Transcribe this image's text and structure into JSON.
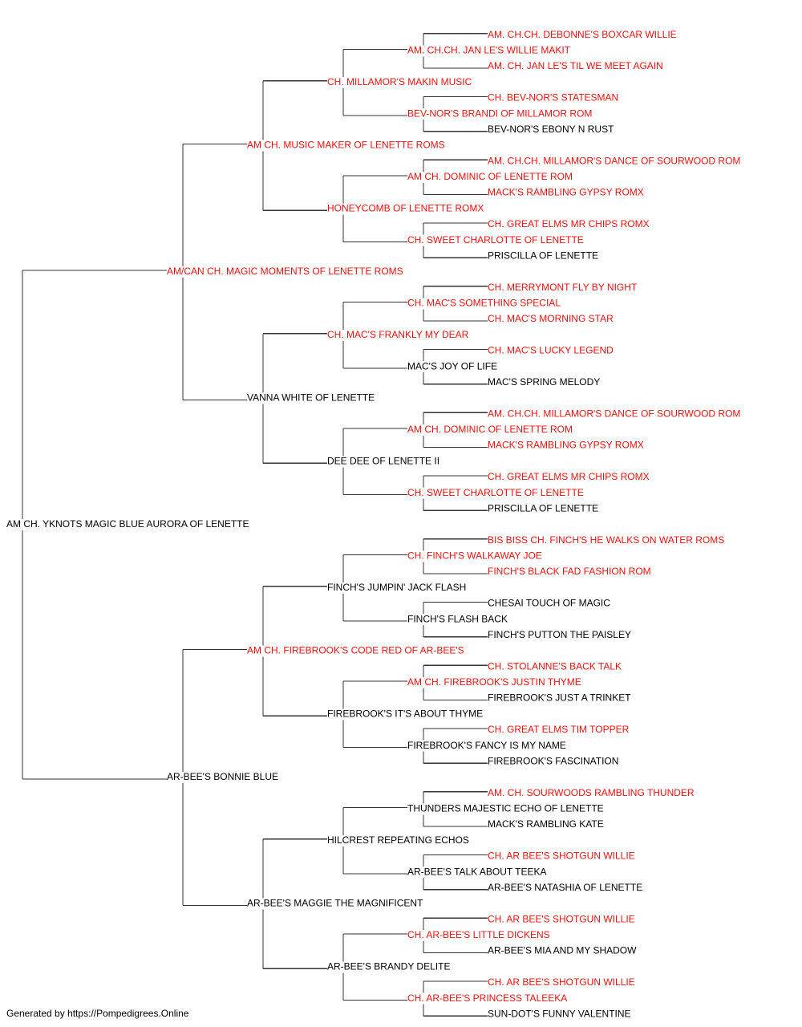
{
  "colors": {
    "champion": "#ee1111",
    "normal": "#000000",
    "line": "#333333"
  },
  "pedigree": {
    "name": "AM CH. YKNOTS MAGIC BLUE AURORA OF LENETTE",
    "ch": false,
    "sire": {
      "name": "AM/CAN CH. MAGIC MOMENTS OF LENETTE ROMS",
      "ch": true,
      "sire": {
        "name": "AM CH. MUSIC MAKER OF LENETTE ROMS",
        "ch": true,
        "sire": {
          "name": "CH. MILLAMOR'S MAKIN MUSIC",
          "ch": true,
          "sire": {
            "name": "AM. CH.CH. JAN LE'S WILLIE MAKIT",
            "ch": true,
            "sire": {
              "name": "AM. CH.CH. DEBONNE'S BOXCAR WILLIE",
              "ch": true
            },
            "dam": {
              "name": "AM. CH. JAN LE'S TIL WE MEET AGAIN",
              "ch": true
            }
          },
          "dam": {
            "name": "BEV-NOR'S BRANDI OF MILLAMOR ROM",
            "ch": true,
            "sire": {
              "name": "CH. BEV-NOR'S STATESMAN",
              "ch": true
            },
            "dam": {
              "name": "BEV-NOR'S EBONY N RUST",
              "ch": false
            }
          }
        },
        "dam": {
          "name": "HONEYCOMB OF LENETTE ROMX",
          "ch": true,
          "sire": {
            "name": "AM CH. DOMINIC OF LENETTE ROM",
            "ch": true,
            "sire": {
              "name": "AM. CH.CH. MILLAMOR'S DANCE OF SOURWOOD ROM",
              "ch": true
            },
            "dam": {
              "name": "MACK'S RAMBLING GYPSY ROMX",
              "ch": true
            }
          },
          "dam": {
            "name": "CH. SWEET CHARLOTTE OF LENETTE",
            "ch": true,
            "sire": {
              "name": "CH. GREAT ELMS MR CHIPS ROMX",
              "ch": true
            },
            "dam": {
              "name": "PRISCILLA OF LENETTE",
              "ch": false
            }
          }
        }
      },
      "dam": {
        "name": "VANNA WHITE OF LENETTE",
        "ch": false,
        "sire": {
          "name": "CH. MAC'S FRANKLY MY DEAR",
          "ch": true,
          "sire": {
            "name": "CH. MAC'S SOMETHING SPECIAL",
            "ch": true,
            "sire": {
              "name": "CH. MERRYMONT FLY BY NIGHT",
              "ch": true
            },
            "dam": {
              "name": "CH. MAC'S MORNING STAR",
              "ch": true
            }
          },
          "dam": {
            "name": "MAC'S JOY OF LIFE",
            "ch": false,
            "sire": {
              "name": "CH. MAC'S LUCKY LEGEND",
              "ch": true
            },
            "dam": {
              "name": "MAC'S SPRING MELODY",
              "ch": false
            }
          }
        },
        "dam": {
          "name": "DEE DEE OF LENETTE II",
          "ch": false,
          "sire": {
            "name": "AM CH. DOMINIC OF LENETTE ROM",
            "ch": true,
            "sire": {
              "name": "AM. CH.CH. MILLAMOR'S DANCE OF SOURWOOD ROM",
              "ch": true
            },
            "dam": {
              "name": "MACK'S RAMBLING GYPSY ROMX",
              "ch": true
            }
          },
          "dam": {
            "name": "CH. SWEET CHARLOTTE OF LENETTE",
            "ch": true,
            "sire": {
              "name": "CH. GREAT ELMS MR CHIPS ROMX",
              "ch": true
            },
            "dam": {
              "name": "PRISCILLA OF LENETTE",
              "ch": false
            }
          }
        }
      }
    },
    "dam": {
      "name": "AR-BEE'S BONNIE BLUE",
      "ch": false,
      "sire": {
        "name": "AM CH. FIREBROOK'S CODE RED OF AR-BEE'S",
        "ch": true,
        "sire": {
          "name": "FINCH'S JUMPIN' JACK FLASH",
          "ch": false,
          "sire": {
            "name": "CH. FINCH'S WALKAWAY JOE",
            "ch": true,
            "sire": {
              "name": "BIS BISS CH. FINCH'S HE WALKS ON WATER ROMS",
              "ch": true
            },
            "dam": {
              "name": "FINCH'S BLACK FAD FASHION ROM",
              "ch": true
            }
          },
          "dam": {
            "name": "FINCH'S FLASH BACK",
            "ch": false,
            "sire": {
              "name": "CHESAI TOUCH OF MAGIC",
              "ch": false
            },
            "dam": {
              "name": "FINCH'S PUTTON THE PAISLEY",
              "ch": false
            }
          }
        },
        "dam": {
          "name": "FIREBROOK'S IT'S ABOUT THYME",
          "ch": false,
          "sire": {
            "name": "AM CH. FIREBROOK'S JUSTIN THYME",
            "ch": true,
            "sire": {
              "name": "CH. STOLANNE'S BACK TALK",
              "ch": true
            },
            "dam": {
              "name": "FIREBROOK'S JUST A TRINKET",
              "ch": false
            }
          },
          "dam": {
            "name": "FIREBROOK'S FANCY IS MY NAME",
            "ch": false,
            "sire": {
              "name": "CH. GREAT ELMS TIM TOPPER",
              "ch": true
            },
            "dam": {
              "name": "FIREBROOK'S FASCINATION",
              "ch": false
            }
          }
        }
      },
      "dam": {
        "name": "AR-BEE'S MAGGIE THE MAGNIFICENT",
        "ch": false,
        "sire": {
          "name": "HILCREST REPEATING ECHOS",
          "ch": false,
          "sire": {
            "name": "THUNDERS MAJESTIC ECHO OF LENETTE",
            "ch": false,
            "sire": {
              "name": "AM. CH. SOURWOODS RAMBLING THUNDER",
              "ch": true
            },
            "dam": {
              "name": "MACK'S RAMBLING KATE",
              "ch": false
            }
          },
          "dam": {
            "name": "AR-BEE'S TALK ABOUT TEEKA",
            "ch": false,
            "sire": {
              "name": "CH. AR BEE'S SHOTGUN WILLIE",
              "ch": true
            },
            "dam": {
              "name": "AR-BEE'S NATASHIA OF LENETTE",
              "ch": false
            }
          }
        },
        "dam": {
          "name": "AR-BEE'S BRANDY DELITE",
          "ch": false,
          "sire": {
            "name": "CH. AR-BEE'S LITTLE DICKENS",
            "ch": true,
            "sire": {
              "name": "CH. AR BEE'S SHOTGUN WILLIE",
              "ch": true
            },
            "dam": {
              "name": "AR-BEE'S MIA AND MY SHADOW",
              "ch": false
            }
          },
          "dam": {
            "name": "CH. AR-BEE'S PRINCESS TALEEKA",
            "ch": true,
            "sire": {
              "name": "CH. AR BEE'S SHOTGUN WILLIE",
              "ch": true
            },
            "dam": {
              "name": "SUN-DOT'S FUNNY VALENTINE",
              "ch": false
            }
          }
        }
      }
    }
  },
  "footer": "Generated by https://Pompedigrees.Online"
}
